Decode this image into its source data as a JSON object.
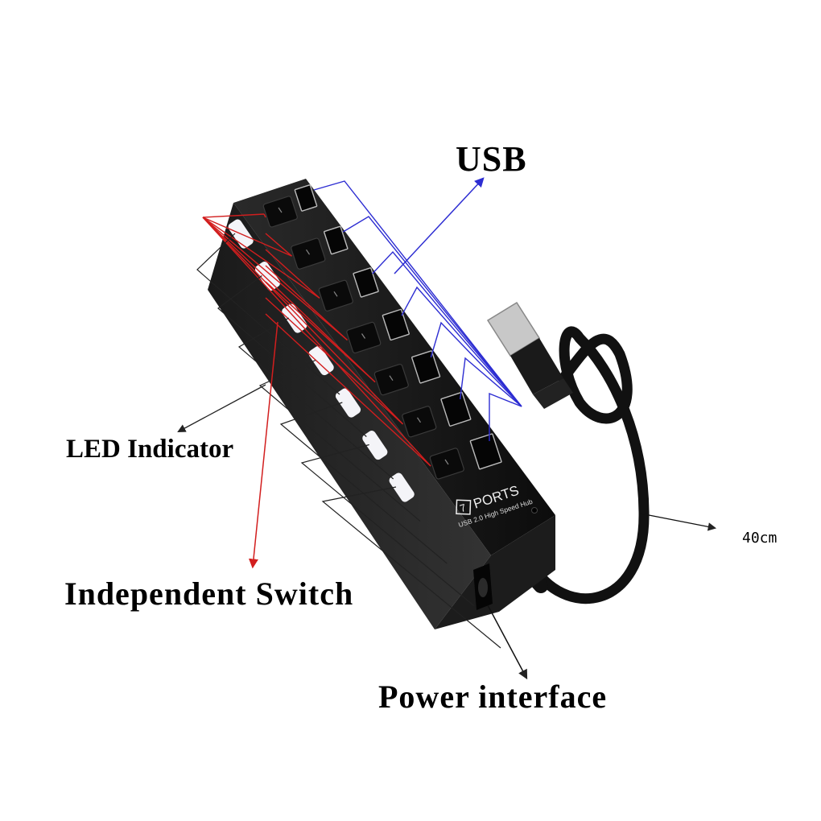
{
  "labels": {
    "usb": "USB",
    "led_indicator": "LED Indicator",
    "independent_switch": "Independent Switch",
    "power_interface": "Power interface",
    "cable_length": "40cm"
  },
  "device": {
    "port_count": 7,
    "brand_text": "PORTS",
    "brand_number": "7",
    "subtitle_text": "USB 2.0 High Speed Hub",
    "body_color": "#141414",
    "led_color": "#f4f4f8",
    "cable_color": "#111111"
  },
  "callouts": {
    "usb_line_color": "#2d2dd2",
    "switch_line_color": "#d21e1e",
    "led_line_color": "#222222"
  }
}
